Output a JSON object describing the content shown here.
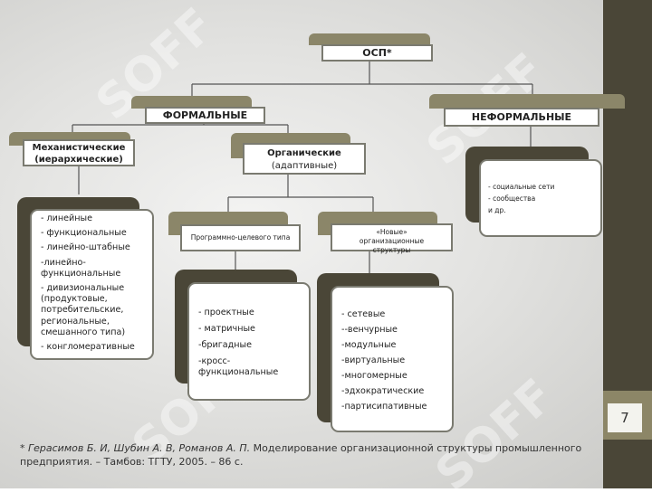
{
  "root": {
    "label": "ОСП*"
  },
  "formal": {
    "label": "ФОРМАЛЬНЫЕ"
  },
  "informal": {
    "label": "НЕФОРМАЛЬНЫЕ",
    "items": [
      "- социальные сети",
      "- сообщества",
      "и др."
    ]
  },
  "mechanistic": {
    "label_line1": "Механистические",
    "label_line2": "(иерархические)",
    "items": [
      "- линейные",
      "- функциональные",
      "- линейно-штабные",
      "-линейно-функциональные",
      "- дивизиональные (продуктовые, потребительские, региональные, смешанного типа)",
      "- конгломеративные"
    ]
  },
  "organic": {
    "label_line1": "Органические",
    "label_line2": "(адаптивные)"
  },
  "program": {
    "label": "Программно-целевого типа",
    "items": [
      "- проектные",
      "- матричные",
      "-бригадные",
      "-кросс-функциональные"
    ]
  },
  "new": {
    "label": "«Новые» организационные структуры",
    "items": [
      "- сетевые",
      "--венчурные",
      "-модульные",
      "-виртуальные",
      "-многомерные",
      "-эдхократические",
      "-партисипативные"
    ]
  },
  "footnote": {
    "authors": "Герасимов Б. И, Шубин А. В, Романов А. П.",
    "star": "*",
    "text": "Моделирование организационной структуры промышленного предприятия. – Тамбов: ТГТУ, 2005. – 86 с."
  },
  "page_number": "7",
  "watermark": {
    "text": "SOFF"
  },
  "colors": {
    "tab": "#8b8669",
    "sidebar": "#4a4637",
    "accent": "#8c8667"
  }
}
